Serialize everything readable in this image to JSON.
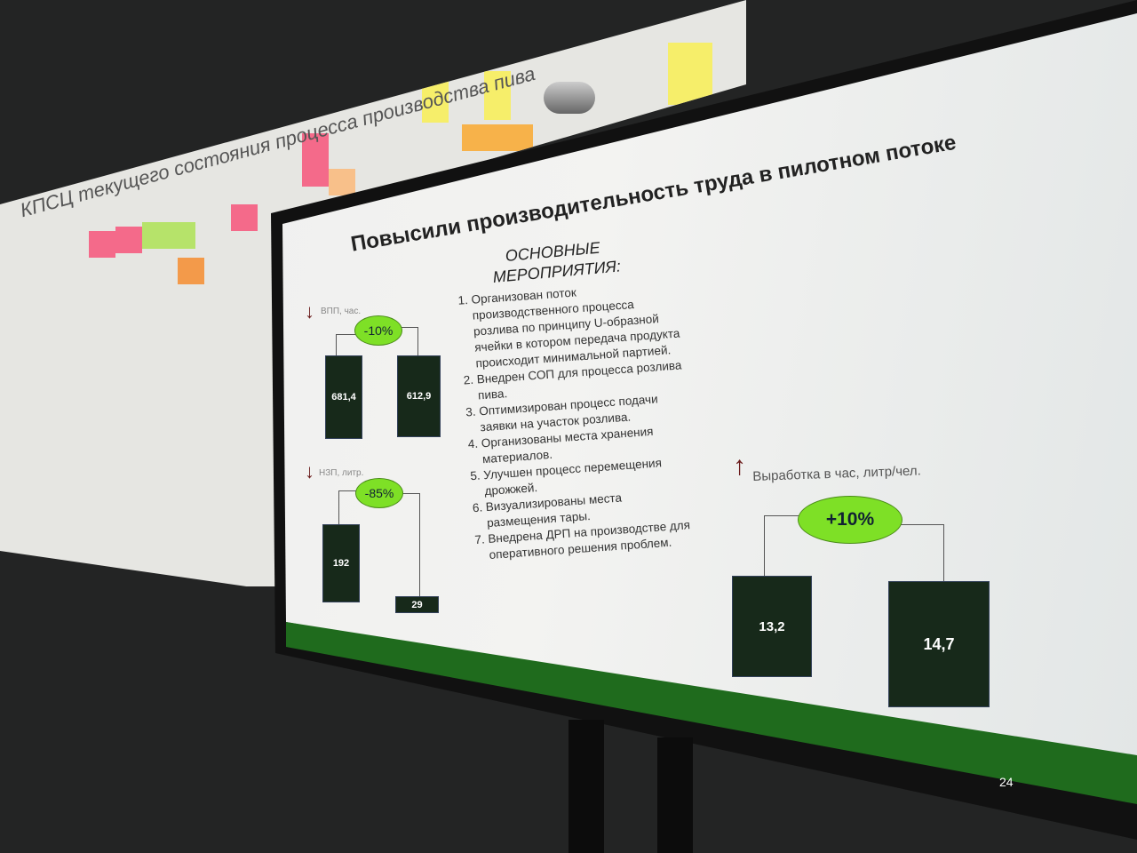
{
  "slide": {
    "title": "Повысили производительность труда в пилотном потоке",
    "subtitle_line1": "ОСНОВНЫЕ",
    "subtitle_line2": "МЕРОПРИЯТИЯ:",
    "items": [
      "Организован поток производственного процесса розлива по принципу U-образной ячейки в котором передача продукта происходит минимальной партией.",
      "Внедрен СОП для процесса розлива пива.",
      "Оптимизирован процесс подачи заявки на участок розлива.",
      "Организованы места хранения материалов.",
      "Улучшен процесс перемещения дрожжей.",
      "Визуализированы места размещения тары.",
      "Внедрена ДРП на производстве для оперативного решения проблем."
    ],
    "metric1": {
      "label": "ВПП, час.",
      "change": "-10%",
      "before": "681,4",
      "after": "612,9"
    },
    "metric2": {
      "label": "НЗП, литр.",
      "change": "-85%",
      "before": "192",
      "after": "29"
    },
    "metric3": {
      "label": "Выработка в час, литр/чел.",
      "change": "+10%",
      "before": "13,2",
      "after": "14,7"
    },
    "page_number": "24",
    "colors": {
      "box": "#17291a",
      "oval": "#7ee026",
      "band": "#1f6b1d",
      "arrow": "#6b1c1c"
    }
  },
  "wall": {
    "heading": "КПСЦ текущего состояния процесса производства пива"
  }
}
